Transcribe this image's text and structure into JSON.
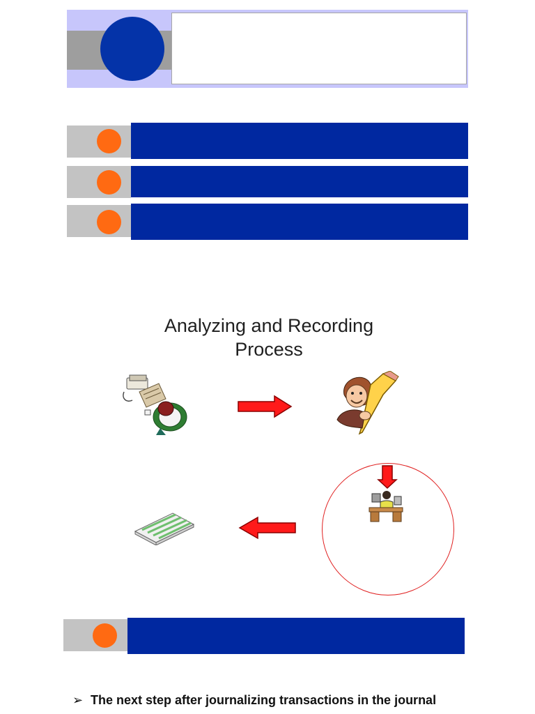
{
  "title": {
    "line1": "Analyzing and Recording",
    "line2": "Process"
  },
  "bullet": {
    "marker": "➢",
    "text": "The next step after journalizing transactions in the journal"
  },
  "colors": {
    "header_frame": "#c7c6fb",
    "header_disc": "#0433a8",
    "bar_blue": "#0028a0",
    "bar_grey": "#c3c3c3",
    "dot_orange": "#ff6a12",
    "arrow_red": "#ff1a1a",
    "ring_red": "#e02020"
  },
  "icons": {
    "source_documents": "person-at-desk-with-documents-icon",
    "analyze": "person-with-pencil-icon",
    "record": "person-at-desk-icon",
    "ledger": "stack-of-ledger-sheets-icon",
    "arrow_right": "arrow-right-icon",
    "arrow_down": "arrow-down-icon",
    "arrow_left": "arrow-left-icon"
  }
}
